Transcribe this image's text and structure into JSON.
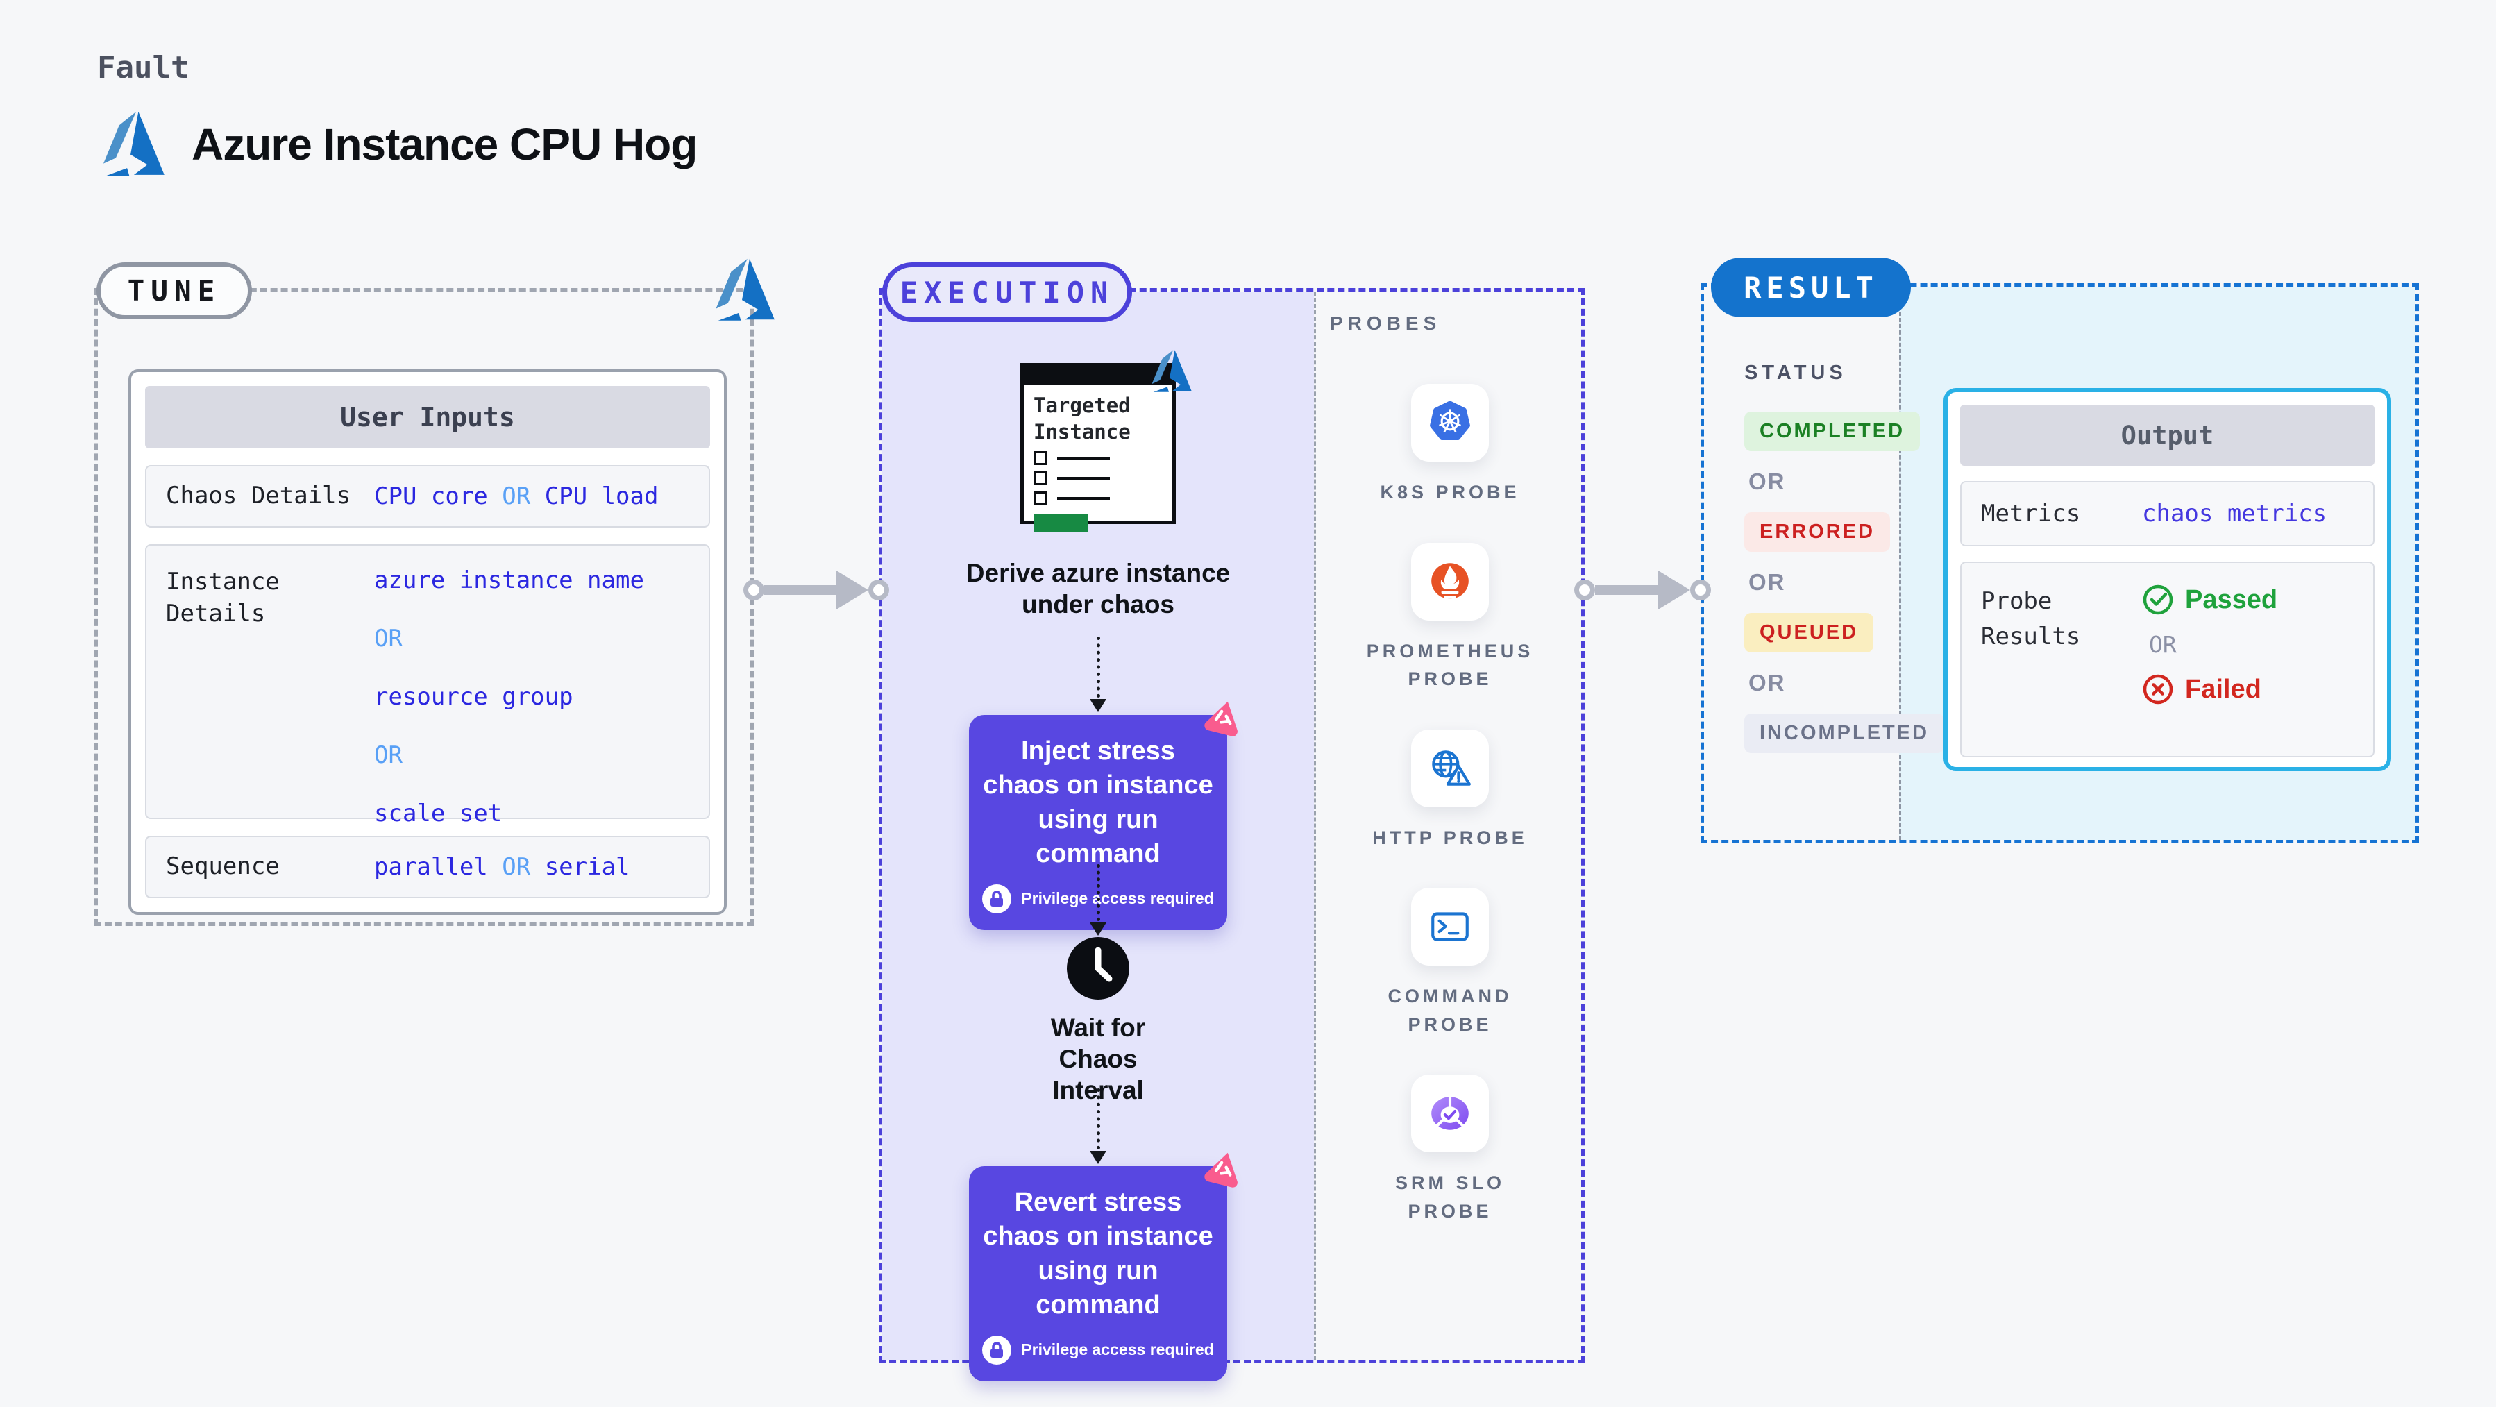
{
  "header": {
    "eyebrow": "Fault",
    "title": "Azure Instance CPU Hog",
    "logo": "azure-logo"
  },
  "tune": {
    "badge": "TUNE",
    "user_inputs": {
      "title": "User Inputs",
      "rows": [
        {
          "label": "Chaos Details",
          "v1": "CPU core",
          "or": "OR",
          "v2": "CPU load"
        },
        {
          "label": "Instance Details",
          "or": "OR",
          "values": [
            "azure instance name",
            "resource group",
            "scale set"
          ]
        },
        {
          "label": "Sequence",
          "v1": "parallel",
          "or": "OR",
          "v2": "serial"
        }
      ]
    }
  },
  "execution": {
    "badge": "EXECUTION",
    "window_title": "Targeted Instance",
    "derive_text": "Derive azure instance under chaos",
    "inject_text": "Inject stress chaos on instance using run command",
    "privilege_text": "Privilege access required",
    "wait_text": "Wait for Chaos Interval",
    "revert_text": "Revert stress chaos on instance using run command"
  },
  "probes": {
    "title": "PROBES",
    "items": [
      {
        "label": "K8S PROBE",
        "icon": "kubernetes-icon"
      },
      {
        "label": "PROMETHEUS PROBE",
        "icon": "prometheus-icon"
      },
      {
        "label": "HTTP PROBE",
        "icon": "http-globe-warning-icon"
      },
      {
        "label": "COMMAND PROBE",
        "icon": "terminal-icon"
      },
      {
        "label": "SRM SLO PROBE",
        "icon": "slo-donut-check-icon"
      }
    ]
  },
  "result": {
    "badge": "RESULT",
    "status_title": "STATUS",
    "or": "OR",
    "statuses": [
      {
        "label": "COMPLETED",
        "bg": "#def3de",
        "color": "#1b8024"
      },
      {
        "label": "ERRORED",
        "bg": "#fbe9e7",
        "color": "#cc2020"
      },
      {
        "label": "QUEUED",
        "bg": "#faeec0",
        "color": "#cc2020"
      },
      {
        "label": "INCOMPLETED",
        "bg": "#eaecf4",
        "color": "#6b7289"
      }
    ],
    "output": {
      "title": "Output",
      "metrics_label": "Metrics",
      "metrics_value": "chaos metrics",
      "probe_label": "Probe Results",
      "passed": "Passed",
      "or": "OR",
      "failed": "Failed"
    }
  },
  "colors": {
    "page_bg": "#f6f7f9",
    "azure_blue_dark": "#1470c4",
    "azure_blue_light": "#4a90c9",
    "indigo_accent": "#4c41da",
    "execution_fill": "#e4e4fb",
    "action_purple": "#5847e1",
    "value_blue": "#2b27e0",
    "or_blue": "#59a0f6",
    "result_blue": "#1473cd",
    "cyan_border": "#2ab1e6",
    "cyan_fill": "#e4f4fb",
    "green_passed": "#1fa23c",
    "red_failed": "#d2271f",
    "pink_chaos": "#f95c8e",
    "k8s_blue": "#3970e4",
    "prometheus_orange": "#e75225",
    "probe_icon_blue": "#1b74d1",
    "slo_purple": "#7e4bf0",
    "window_green": "#178a43"
  }
}
